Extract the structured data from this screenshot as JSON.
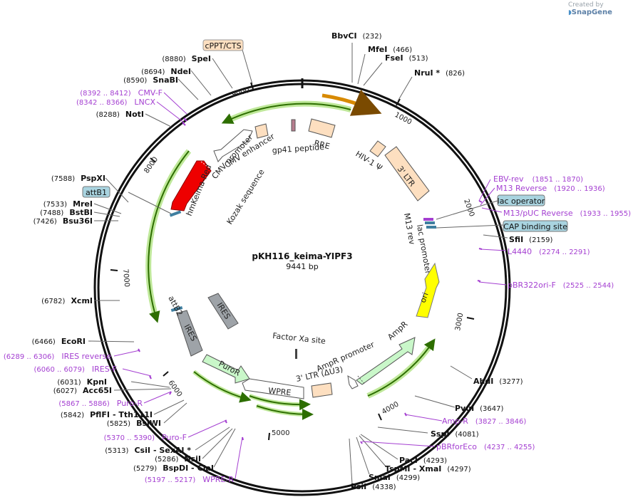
{
  "header": {
    "created_by": "Created by",
    "brand": "SnapGene"
  },
  "plasmid": {
    "name": "pKH116_keima-YIPF3",
    "length_label": "9441 bp"
  },
  "ticks": [
    "1000",
    "2000",
    "3000",
    "4000",
    "5000",
    "6000",
    "7000",
    "8000",
    "9000"
  ],
  "sites": [
    {
      "name": "BbvCI",
      "pos": "(232)"
    },
    {
      "name": "MfeI",
      "pos": "(466)"
    },
    {
      "name": "FseI",
      "pos": "(513)"
    },
    {
      "name": "NruI *",
      "pos": "(826)"
    },
    {
      "name": "SfiI",
      "pos": "(2159)"
    },
    {
      "name": "AhdI",
      "pos": "(3277)"
    },
    {
      "name": "PvuI",
      "pos": "(3647)"
    },
    {
      "name": "SspI",
      "pos": "(4081)"
    },
    {
      "name": "PacI",
      "pos": "(4293)"
    },
    {
      "name": "TspMI",
      "pos": "(4297)",
      "sep": "- XmaI"
    },
    {
      "name": "SmaI",
      "pos": "(4299)"
    },
    {
      "name": "PsiI",
      "pos": "(4338)"
    },
    {
      "name": "ClaI",
      "pos": "(5279)",
      "pre": "BspDI -"
    },
    {
      "name": "NsiI",
      "pos": "(5286)"
    },
    {
      "name": "CsiI",
      "pos": "(5313)",
      "sep": "- SexAI *"
    },
    {
      "name": "BsiWI",
      "pos": "(5825)"
    },
    {
      "name": "PflFI",
      "pos": "(5842)",
      "sep": "- Tth111I"
    },
    {
      "name": "Acc65I",
      "pos": "(6027)"
    },
    {
      "name": "KpnI",
      "pos": "(6031)"
    },
    {
      "name": "EcoRI",
      "pos": "(6466)"
    },
    {
      "name": "XcmI",
      "pos": "(6782)"
    },
    {
      "name": "Bsu36I",
      "pos": "(7426)"
    },
    {
      "name": "BstBI",
      "pos": "(7488)"
    },
    {
      "name": "MreI",
      "pos": "(7533)"
    },
    {
      "name": "PspXI",
      "pos": "(7588)"
    },
    {
      "name": "NotI",
      "pos": "(8288)"
    },
    {
      "name": "SnaBI",
      "pos": "(8590)"
    },
    {
      "name": "NdeI",
      "pos": "(8694)"
    },
    {
      "name": "SpeI",
      "pos": "(8880)"
    }
  ],
  "primers": [
    {
      "name": "EBV-rev",
      "pos": "(1851 .. 1870)"
    },
    {
      "name": "M13 Reverse",
      "pos": "(1920 .. 1936)"
    },
    {
      "name": "M13/pUC Reverse",
      "pos": "(1933 .. 1955)"
    },
    {
      "name": "L4440",
      "pos": "(2274 .. 2291)"
    },
    {
      "name": "pBR322ori-F",
      "pos": "(2525 .. 2544)"
    },
    {
      "name": "Amp-R",
      "pos": "(3827 .. 3846)"
    },
    {
      "name": "pBRforEco",
      "pos": "(4237 .. 4255)"
    },
    {
      "name": "WPRE-R",
      "pos": "(5197 .. 5217)"
    },
    {
      "name": "Puro-F",
      "pos": "(5370 .. 5390)"
    },
    {
      "name": "Puro-R",
      "pos": "(5867 .. 5886)"
    },
    {
      "name": "IRES-F",
      "pos": "(6060 .. 6079)"
    },
    {
      "name": "IRES reverse",
      "pos": "(6289 .. 6306)"
    },
    {
      "name": "CMV-F",
      "pos": "(8392 .. 8412)"
    },
    {
      "name": "LNCX",
      "pos": "(8342 .. 8366)"
    }
  ],
  "boxed_features": [
    "cPPT/CTS",
    "attB1",
    "lac operator",
    "CAP binding site"
  ],
  "features": {
    "hiv_psi": "HIV-1 Ψ",
    "ltr3": "3' LTR",
    "rre": "RRE",
    "gp41": "gp41 peptide",
    "cmv_enh": "CMV enhancer",
    "cmv_prom": "CMV promoter",
    "hmkeima": "hmKeima-Red",
    "kozak": "Kozak sequence",
    "m13rev": "M13 rev",
    "lac_prom": "lac promoter",
    "ori": "ori",
    "ampr": "AmpR",
    "ampr_prom": "AmpR promoter",
    "ltr_du3": "3' LTR (ΔU3)",
    "wpre": "WPRE",
    "puror": "PuroR",
    "ires1": "IRES",
    "ires2": "IRES",
    "attb2": "attB2",
    "factor_xa": "Factor Xa site"
  },
  "colors": {
    "backbone": "#111111",
    "primer": "#a43fd1",
    "feature_fill": "#fddfc0",
    "green_arrow": "#2d6e00",
    "keima": "#ee0000",
    "ori": "#ffff00",
    "ampr": "#c9f7c9",
    "ires": "#9ea3a8",
    "box_blue": "#a9d4e0"
  }
}
